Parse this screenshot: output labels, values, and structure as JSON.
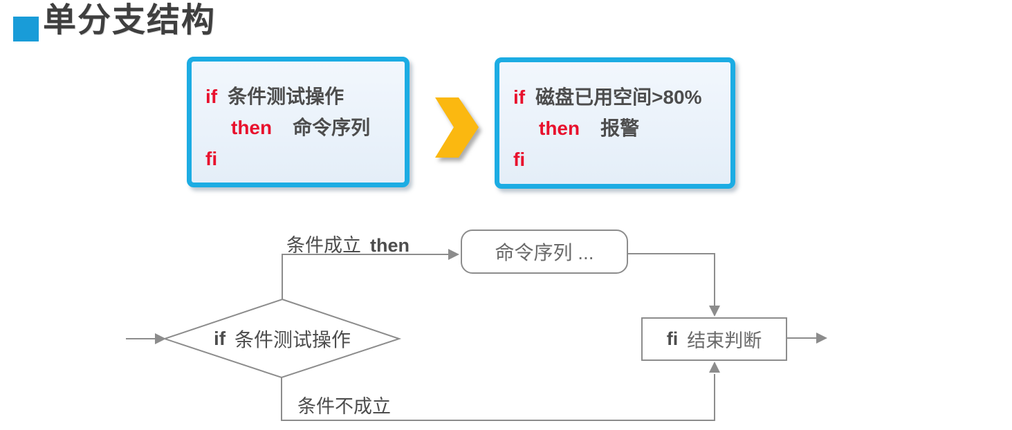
{
  "title": {
    "text": "单分支结构"
  },
  "colors": {
    "accent_blue": "#199CD8",
    "box_border_cyan": "#1CACE3",
    "box_background": "#EAF2FA",
    "keyword_red": "#E8112D",
    "text_dark": "#4D4D4D",
    "flow_line_gray": "#8C8C8C",
    "chevron_yellow": "#FBB810"
  },
  "code_boxes": [
    {
      "name": "syntax",
      "lines": [
        {
          "kw": "if",
          "text": "条件测试操作"
        },
        {
          "kw": "then",
          "text": "命令序列"
        },
        {
          "kw": "fi",
          "text": ""
        }
      ]
    },
    {
      "name": "example",
      "lines": [
        {
          "kw": "if",
          "text": "磁盘已用空间>80%"
        },
        {
          "kw": "then",
          "text": "报警"
        },
        {
          "kw": "fi",
          "text": ""
        }
      ]
    }
  ],
  "flowchart": {
    "condition": {
      "kw": "if",
      "text": "条件测试操作"
    },
    "branch_true": {
      "text": "条件成立",
      "kw": "then"
    },
    "branch_false": "条件不成立",
    "action": "命令序列 ...",
    "end_node": {
      "kw": "fi",
      "text": "结束判断"
    }
  },
  "icons": {
    "bullet": "blue-square",
    "between_boxes": "chevron-right"
  }
}
